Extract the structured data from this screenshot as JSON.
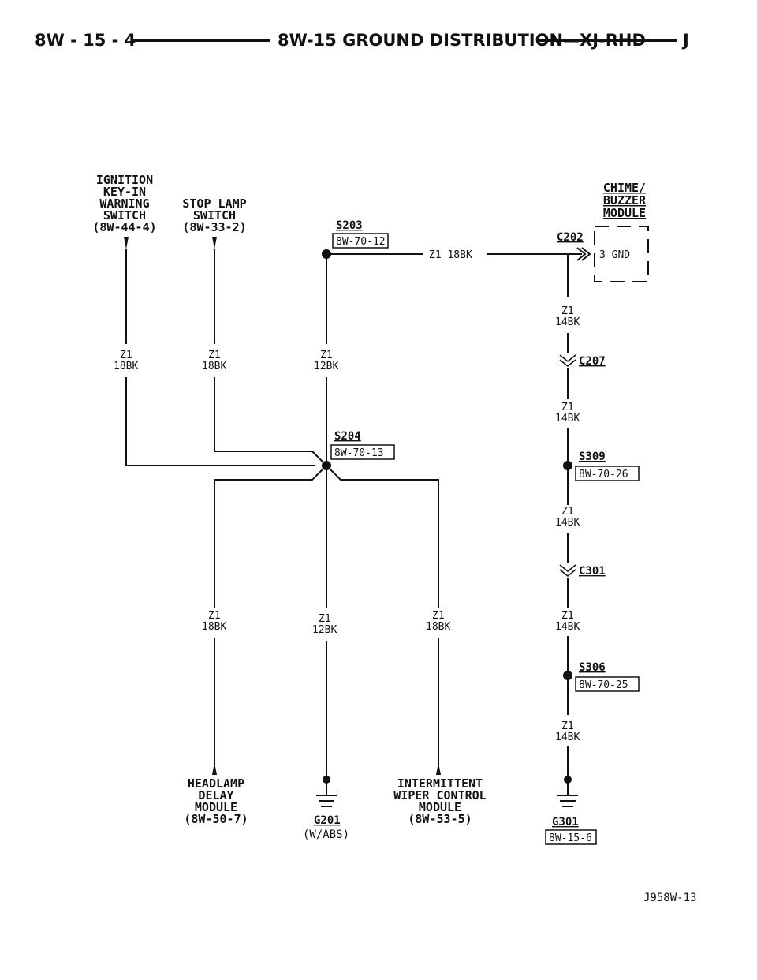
{
  "header": {
    "left": "8W - 15 - 4",
    "title": "8W-15 GROUND DISTRIBUTION—XJ-RHD",
    "right": "J"
  },
  "components": {
    "ignition": [
      "IGNITION",
      "KEY-IN",
      "WARNING",
      "SWITCH",
      "(8W-44-4)"
    ],
    "stop_lamp": [
      "STOP LAMP",
      "SWITCH",
      "(8W-33-2)"
    ],
    "chime": [
      "CHIME/",
      "BUZZER",
      "MODULE"
    ],
    "headlamp": [
      "HEADLAMP",
      "DELAY",
      "MODULE",
      "(8W-50-7)"
    ],
    "wiper": [
      "INTERMITTENT",
      "WIPER CONTROL",
      "MODULE",
      "(8W-53-5)"
    ]
  },
  "splices": {
    "s203": {
      "id": "S203",
      "ref": "8W-70-12"
    },
    "s204": {
      "id": "S204",
      "ref": "8W-70-13"
    },
    "s309": {
      "id": "S309",
      "ref": "8W-70-26"
    },
    "s306": {
      "id": "S306",
      "ref": "8W-70-25"
    }
  },
  "connectors": {
    "c202": {
      "id": "C202",
      "pin": "3 GND"
    },
    "c207": {
      "id": "C207"
    },
    "c301": {
      "id": "C301"
    }
  },
  "grounds": {
    "g201": {
      "id": "G201",
      "note": "(W/ABS)"
    },
    "g301": {
      "id": "G301",
      "ref": "8W-15-6"
    }
  },
  "wires": {
    "top_run": "Z1 18BK",
    "ign": [
      "Z1",
      "18BK"
    ],
    "stop": [
      "Z1",
      "18BK"
    ],
    "s203_s204": [
      "Z1",
      "12BK"
    ],
    "headlamp": [
      "Z1",
      "18BK"
    ],
    "g201": [
      "Z1",
      "12BK"
    ],
    "wiper": [
      "Z1",
      "18BK"
    ],
    "r1": [
      "Z1",
      "14BK"
    ],
    "r2": [
      "Z1",
      "14BK"
    ],
    "r3": [
      "Z1",
      "14BK"
    ],
    "r4": [
      "Z1",
      "14BK"
    ],
    "r5": [
      "Z1",
      "14BK"
    ]
  },
  "figure_id": "J958W-13"
}
